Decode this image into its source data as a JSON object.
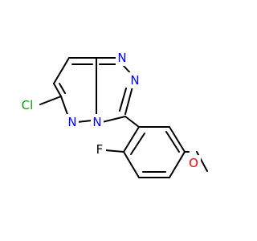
{
  "molecule": {
    "atoms": {
      "cl": {
        "label": "Cl",
        "color": "#00a000"
      },
      "n_pyridazine": {
        "label": "N",
        "color": "#0000ff"
      },
      "n_bridge": {
        "label": "N",
        "color": "#0000ff"
      },
      "n_triazole_top": {
        "label": "N",
        "color": "#0000ff"
      },
      "n_triazole_right": {
        "label": "N",
        "color": "#0000ff"
      },
      "f": {
        "label": "F",
        "color": "#000000"
      },
      "o": {
        "label": "O",
        "color": "#ff0000"
      }
    },
    "bond_color": "#000000",
    "background": "#ffffff"
  }
}
